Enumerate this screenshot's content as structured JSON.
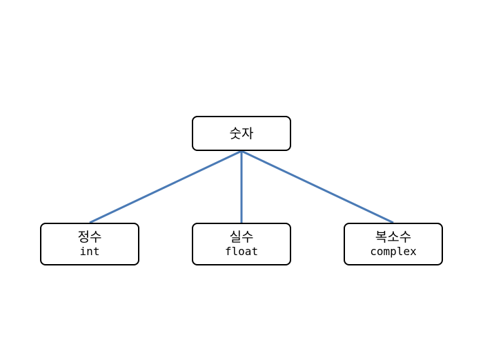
{
  "diagram": {
    "root": {
      "label": "숫자"
    },
    "children": [
      {
        "label": "정수",
        "type_name": "int"
      },
      {
        "label": "실수",
        "type_name": "float"
      },
      {
        "label": "복소수",
        "type_name": "complex"
      }
    ],
    "colors": {
      "connector": "#4a7ab5",
      "border": "#000000",
      "background": "#ffffff"
    }
  }
}
